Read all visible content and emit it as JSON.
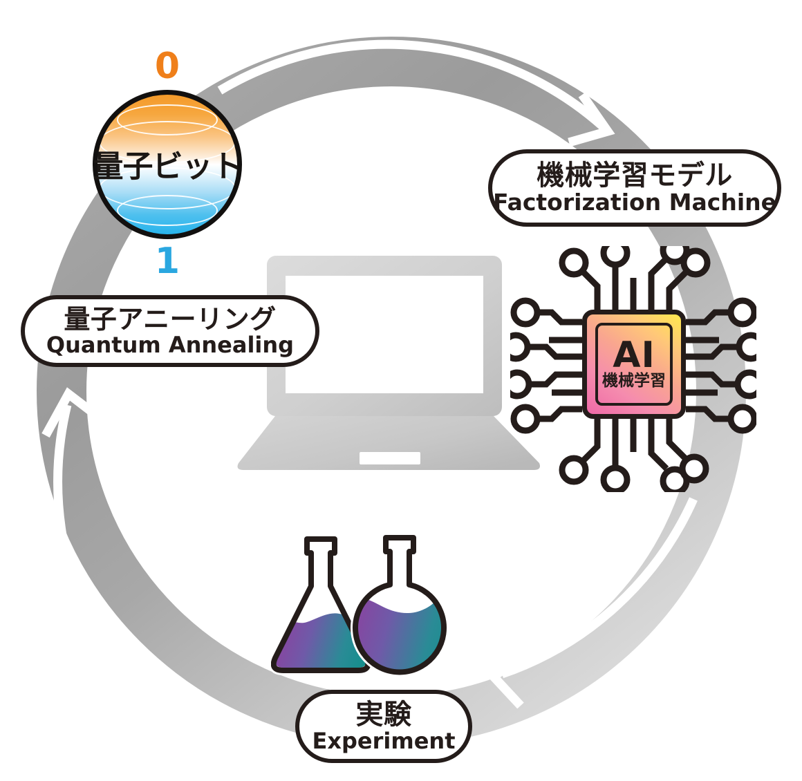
{
  "diagram": {
    "title": "Quantum annealing / machine learning research cycle",
    "ring": {
      "color_dark": "#9a9a9a",
      "color_light": "#d2d2d2",
      "arrow_color": "#ffffff",
      "direction": "clockwise",
      "arrows": [
        "top-right-arrow",
        "bottom-right-arrow",
        "left-up-arrow"
      ]
    },
    "qubit": {
      "state_top": "0",
      "state_bottom": "1",
      "label": "量子ビット",
      "color_top": "#f39a2b",
      "color_bottom": "#28b4ec",
      "state_top_color": "#ef7f1a",
      "state_bottom_color": "#2aa7e0"
    },
    "labels": {
      "quantum_annealing": {
        "jp": "量子アニーリング",
        "en": "Quantum Annealing"
      },
      "machine_learning_model": {
        "jp": "機械学習モデル",
        "en": "Factorization Machine"
      },
      "experiment": {
        "jp": "実験",
        "en": "Experiment"
      }
    },
    "chip": {
      "title": "AI",
      "subtitle": "機械学習",
      "gradient_from": "#ffe94d",
      "gradient_to": "#ef69a6",
      "outline": "#241c1a"
    },
    "laptop": {
      "body_color": "#c9c9c9",
      "screen_color": "#ffffff"
    },
    "flasks": {
      "liquid_from": "#8e3f9e",
      "liquid_to": "#0f8f8a",
      "outline": "#241c1a",
      "items": [
        "erlenmeyer-flask",
        "round-bottom-flask"
      ]
    }
  }
}
